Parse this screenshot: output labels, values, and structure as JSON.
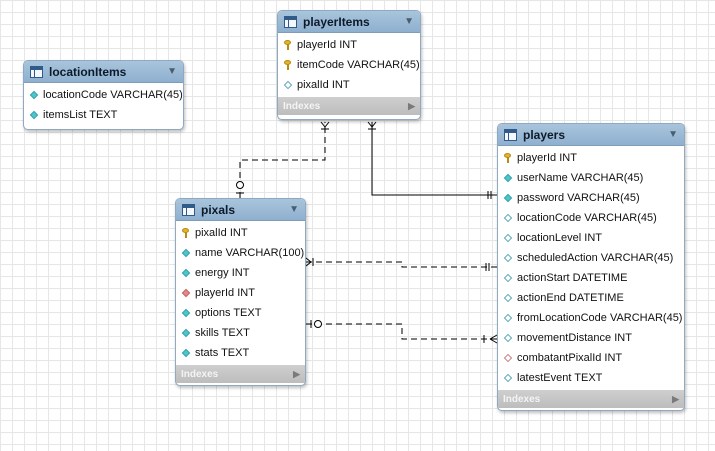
{
  "tables": {
    "playerItems": {
      "name": "playerItems",
      "columns": [
        {
          "icon": "primary-key-icon",
          "text": "playerId INT"
        },
        {
          "icon": "primary-key-icon",
          "text": "itemCode VARCHAR(45)"
        },
        {
          "icon": "nullable-column-diamond-icon",
          "text": "pixalId INT"
        }
      ],
      "indexes_label": "Indexes"
    },
    "locationItems": {
      "name": "locationItems",
      "columns": [
        {
          "icon": "column-diamond-icon",
          "text": "locationCode VARCHAR(45)"
        },
        {
          "icon": "column-diamond-icon",
          "text": "itemsList TEXT"
        }
      ]
    },
    "pixals": {
      "name": "pixals",
      "columns": [
        {
          "icon": "primary-key-icon",
          "text": "pixalId INT"
        },
        {
          "icon": "column-diamond-icon",
          "text": "name VARCHAR(100)"
        },
        {
          "icon": "column-diamond-icon",
          "text": "energy INT"
        },
        {
          "icon": "foreign-key-diamond-icon",
          "text": "playerId INT"
        },
        {
          "icon": "column-diamond-icon",
          "text": "options TEXT"
        },
        {
          "icon": "column-diamond-icon",
          "text": "skills TEXT"
        },
        {
          "icon": "column-diamond-icon",
          "text": "stats TEXT"
        }
      ],
      "indexes_label": "Indexes"
    },
    "players": {
      "name": "players",
      "columns": [
        {
          "icon": "primary-key-icon",
          "text": "playerId INT"
        },
        {
          "icon": "column-diamond-icon",
          "text": "userName VARCHAR(45)"
        },
        {
          "icon": "column-diamond-icon",
          "text": "password VARCHAR(45)"
        },
        {
          "icon": "nullable-column-diamond-icon",
          "text": "locationCode VARCHAR(45)"
        },
        {
          "icon": "nullable-column-diamond-icon",
          "text": "locationLevel INT"
        },
        {
          "icon": "nullable-column-diamond-icon",
          "text": "scheduledAction VARCHAR(45)"
        },
        {
          "icon": "nullable-column-diamond-icon",
          "text": "actionStart DATETIME"
        },
        {
          "icon": "nullable-column-diamond-icon",
          "text": "actionEnd DATETIME"
        },
        {
          "icon": "nullable-column-diamond-icon",
          "text": "fromLocationCode VARCHAR(45)"
        },
        {
          "icon": "nullable-column-diamond-icon",
          "text": "movementDistance INT"
        },
        {
          "icon": "nullable-foreign-key-diamond-icon",
          "text": "combatantPixalId INT"
        },
        {
          "icon": "nullable-column-diamond-icon",
          "text": "latestEvent TEXT"
        }
      ],
      "indexes_label": "Indexes"
    }
  },
  "colors": {
    "header": "#9ab9d6",
    "column_diamond": "#4cc4cc",
    "foreign_key_diamond": "#e08a8a",
    "key": "#e3b52b",
    "indexes_bar": "#c6c6c6"
  }
}
